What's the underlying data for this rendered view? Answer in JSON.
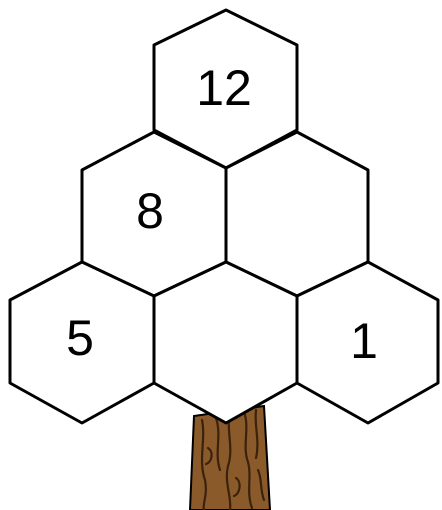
{
  "puzzle": {
    "cells": [
      {
        "id": "top",
        "value": "12"
      },
      {
        "id": "middle-left",
        "value": "8"
      },
      {
        "id": "middle-right",
        "value": ""
      },
      {
        "id": "bottom-left",
        "value": "5"
      },
      {
        "id": "bottom-center",
        "value": ""
      },
      {
        "id": "bottom-right",
        "value": "1"
      }
    ]
  },
  "colors": {
    "cell_fill": "#ffffff",
    "cell_stroke": "#000000",
    "trunk_base": "#8b5a2b",
    "trunk_dark": "#3a220d"
  }
}
